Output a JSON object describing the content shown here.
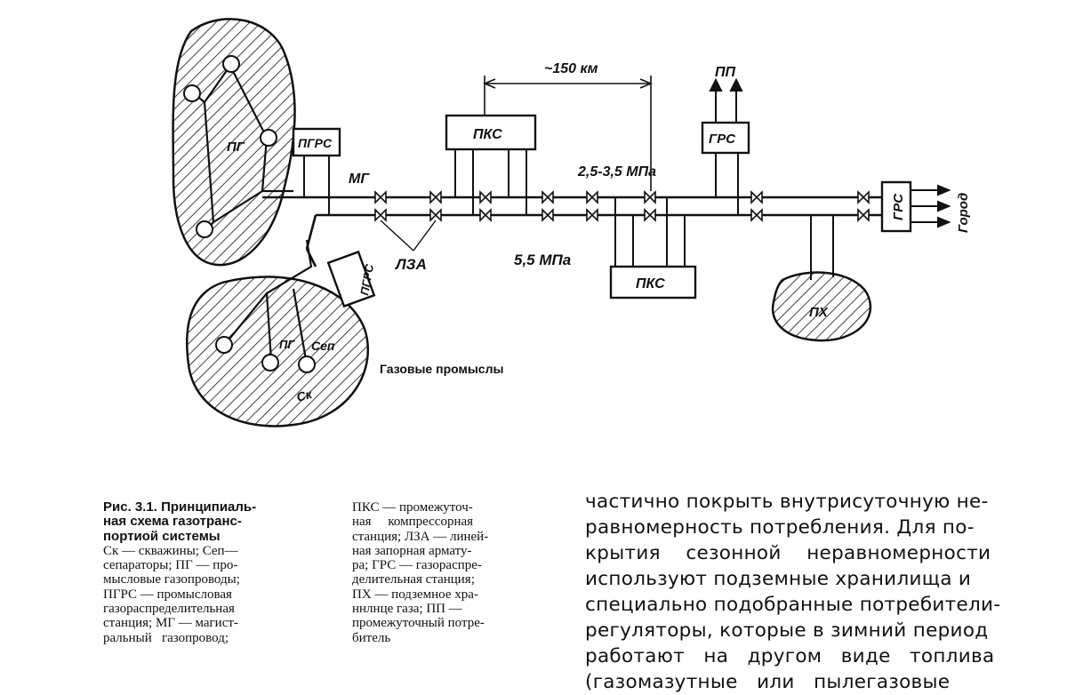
{
  "figure": {
    "labels": {
      "distance": "~150 км",
      "pp": "ПП",
      "pg_top": "ПГ",
      "pgrs_top": "ПГРС",
      "mg": "МГ",
      "pks_top": "ПКС",
      "pressure_low": "2,5-3,5 МПа",
      "grs_top": "ГРС",
      "grs_right": "ГРС",
      "city": "Город",
      "lza": "ЛЗА",
      "pressure_high": "5,5 МПа",
      "pks_bottom": "ПКС",
      "pgrs_bottom": "ПГРС",
      "px": "ПХ",
      "pg_bottom": "ПГ",
      "sep": "Сеп",
      "sk": "Ск",
      "gas_fields": "Газовые промыслы"
    }
  },
  "caption": {
    "title_lines": [
      "Рис. 3.1. Принципиаль-",
      "ная схема газотранс-",
      "портиой системы"
    ],
    "col1_lines": [
      "Ск — скважины; Сеп—",
      "сепараторы; ПГ — про-",
      "мысловые газопроводы;",
      "ПГРС — промысловая",
      "газораспределительная",
      "станция; МГ — магист-",
      "ральный   газопровод;"
    ],
    "col2_lines": [
      "ПКС — промежуточ-",
      "ная     компрессорная",
      "станция; ЛЗА — линей-",
      "ная запорная армату-",
      "ра; ГРС — газораспре-",
      "делительная станция;",
      "ПХ — подземное хра-",
      "ннлнце газа; ПП —",
      "промежуточный потре-",
      "битель"
    ]
  },
  "body_text": {
    "lines": [
      "частично покрыть внутрисуточную не-",
      "равномерность потребления. Для по-",
      "крытия    сезонной    неравномерности",
      "используют подземные хранилища и",
      "специально подобранные потребители-",
      "регуляторы, которые в зимний период",
      "работают   на   другом   виде   топлива",
      "(газомазутные   или   пылегазовые"
    ]
  }
}
